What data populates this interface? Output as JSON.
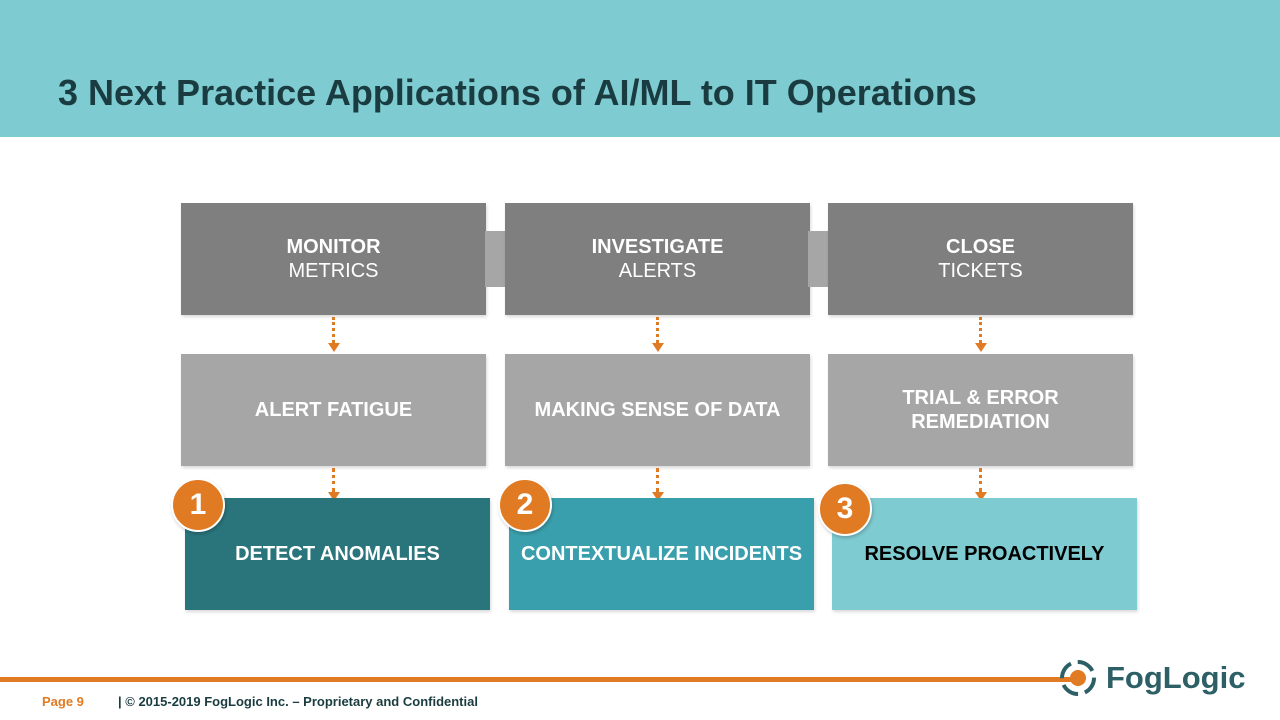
{
  "slide": {
    "title": "3 Next Practice Applications of AI/ML to IT Operations"
  },
  "stages": [
    {
      "bold": "MONITOR",
      "normal": "METRICS"
    },
    {
      "bold": "INVESTIGATE",
      "normal": "ALERTS"
    },
    {
      "bold": "CLOSE",
      "normal": "TICKETS"
    }
  ],
  "problems": [
    {
      "line1": "ALERT FATIGUE",
      "line2": ""
    },
    {
      "line1": "MAKING SENSE OF DATA",
      "line2": ""
    },
    {
      "line1": "TRIAL & ERROR",
      "line2": "REMEDIATION"
    }
  ],
  "solutions": [
    {
      "number": "1",
      "label": "DETECT ANOMALIES",
      "color": "#2a747b",
      "text_color": "#ffffff"
    },
    {
      "number": "2",
      "label": "CONTEXTUALIZE INCIDENTS",
      "color": "#3a9fac",
      "text_color": "#ffffff"
    },
    {
      "number": "3",
      "label": "RESOLVE PROACTIVELY",
      "color": "#7ecbd1",
      "text_color": "#000000"
    }
  ],
  "footer": {
    "page_label": "Page  9",
    "copyright": "|  © 2015-2019 FogLogic Inc. – Proprietary and Confidential",
    "logo_text": "FogLogic"
  },
  "colors": {
    "header_bg": "#7ecbd1",
    "accent": "#e07b24",
    "stage_bg": "#7f7f7f",
    "problem_bg": "#a6a6a6"
  }
}
